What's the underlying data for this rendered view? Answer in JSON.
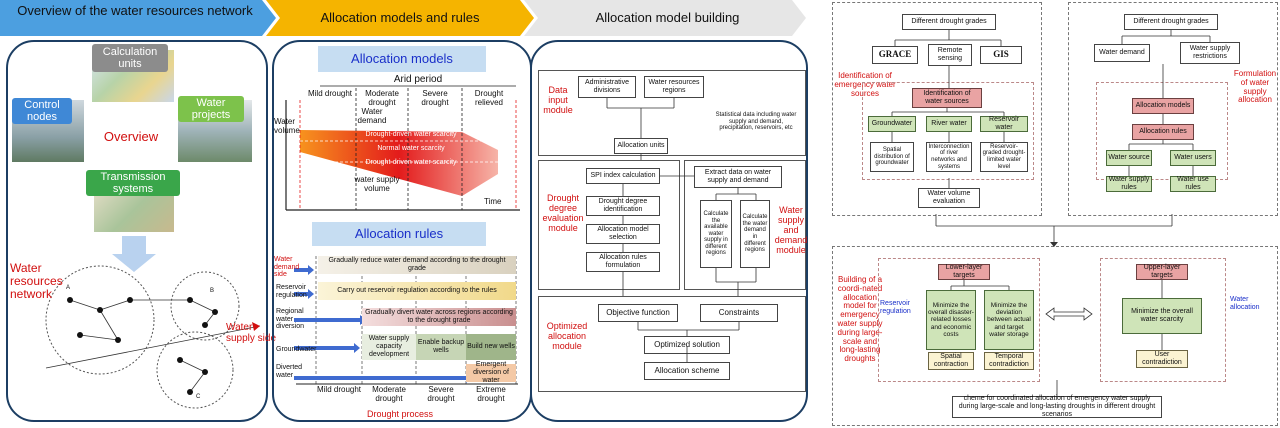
{
  "banner": {
    "step1": "Overview of the water resources network",
    "step2": "Allocation models and rules",
    "step3": "Allocation model building",
    "colors": {
      "step1": "#4c9fe0",
      "step2": "#f5b400",
      "step3": "#e6e6e6"
    }
  },
  "panel1": {
    "calc_units": "Calculation units",
    "control_nodes": "Control nodes",
    "water_projects": "Water projects",
    "overview": "Overview",
    "transmission": "Transmission systems",
    "network_label": "Water resources network",
    "supply_side": "Water supply side",
    "net_nodes": {
      "a": "A",
      "b": "B",
      "c": "C"
    }
  },
  "panel2": {
    "models_title": "Allocation models",
    "arid_period": "Arid period",
    "stages": [
      "Mild drought",
      "Moderate drought",
      "Severe drought",
      "Drought relieved"
    ],
    "water_volume": "Water volume",
    "water_demand": "Water demand",
    "zones": [
      "Drought-driven water scarcity",
      "Normal water scarcity",
      "Drought-driven water scarcity"
    ],
    "supply_volume": "water supply volume",
    "time": "Time",
    "rules_title": "Allocation rules",
    "rule_sides": [
      "Water demand side",
      "Reservoir regulation",
      "Regional water diversion",
      "Groundwater",
      "Diverted water"
    ],
    "rules": {
      "r1": "Gradually reduce water demand according to the drought grade",
      "r2": "Carry out reservoir regulation according to the rules",
      "r3": "Gradually divert water across regions according to the drought grade",
      "r4a": "Water supply capacity development",
      "r4b": "Enable backup wells",
      "r4c": "Build new wells",
      "r5": "Emergent diversion of water"
    },
    "grades": [
      "Mild drought",
      "Moderate drought",
      "Severe drought",
      "Extreme drought"
    ],
    "drought_process": "Drought process"
  },
  "panel3": {
    "data_input": "Data input module",
    "admin_div": "Administrative divisions",
    "wr_regions": "Water resources regions",
    "stat_data": "Statistical data including water supply and demand, precipitation, reservoirs, etc",
    "alloc_units": "Allocation units",
    "drought_eval": "Drought degree evaluation module",
    "spi": "SPI index calculation",
    "dd_ident": "Drought degree identification",
    "model_sel": "Allocation model selection",
    "rules_form": "Allocation rules formulation",
    "supply_demand": "Water supply and demand module",
    "extract": "Extract data on water supply and demand",
    "calc_supply": "Calculate the available water supply in different regions",
    "calc_demand": "Calculate the water demand in different regions",
    "optimized": "Optimized allocation module",
    "objective": "Objective function",
    "constraints": "Constraints",
    "opt_solution": "Optimized solution",
    "scheme": "Allocation scheme"
  },
  "right": {
    "diff_grades_a": "Different drought grades",
    "grace": "GRACE",
    "remote": "Remote sensing",
    "gis": "GIS",
    "ident_label": "Identification of emergency water sources",
    "ident_ws": "Identification of water sources",
    "groundwater": "Groundwater",
    "river": "River water",
    "reservoir": "Reservoir water",
    "sp_gw": "Spatial distribution of groundwater",
    "interconn": "Interconnection of river networks and systems",
    "res_graded": "Reservoir-graded drought-limited water level",
    "wv_eval": "Water volume evaluation",
    "diff_grades_b": "Different drought grades",
    "wdemand": "Water demand",
    "wsr": "Water supply restrictions",
    "form_label": "Formulation of water supply allocation",
    "alloc_models": "Allocation models",
    "alloc_rules": "Allocation rules",
    "wsource": "Water source",
    "wusers": "Water users",
    "wsrules": "Water supply rules",
    "wurules": "Water use rules",
    "build_label": "Building of a coordi-nated allocation model for emergency water supply during large-scale and long-lasting droughts",
    "lower": "Lower-layer targets",
    "res_reg": "Reservoir regulation",
    "min_loss": "Minimize the overall disaster-related losses and economic costs",
    "min_dev": "Minimize the deviation between actual and target water storage",
    "spatial": "Spatial contraction",
    "temporal": "Temporal contradiction",
    "upper": "Upper-layer targets",
    "min_scarcity": "Minimize the overall water scarcity",
    "water_alloc": "Water allocation",
    "user_contra": "User contradiction",
    "final": "cheme for coordinated allocation of emergency water supply during large-scale and long-lasting droughts in different drought scenarios"
  }
}
